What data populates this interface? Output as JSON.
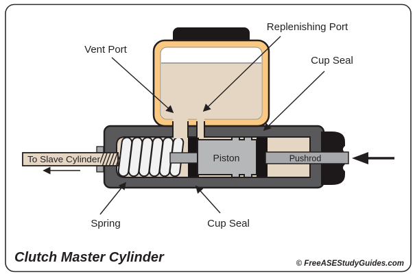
{
  "diagram": {
    "title": "Clutch Master Cylinder",
    "credit": "© FreeASEStudyGuides.com",
    "labels": {
      "vent_port": "Vent Port",
      "replenishing_port": "Replenishing Port",
      "cup_seal_top": "Cup Seal",
      "cup_seal_bottom": "Cup Seal",
      "spring": "Spring",
      "to_slave_cylinder": "To Slave Cylinder",
      "piston": "Piston",
      "pushrod": "Pushrod"
    },
    "colors": {
      "outline": "#231F20",
      "border": "#2E2A2B",
      "reservoir_band": "#FAC880",
      "fluid": "#E5D5C3",
      "cylinder_body": "#59595B",
      "piston": "#B6B7B9",
      "pushrod": "#A6A8AB",
      "seal": "#191516",
      "spring_coil": "#F2F2F2",
      "cap": "#1D191A",
      "fluid_line": "#8C8C8C",
      "background": "#FFFFFF"
    }
  }
}
